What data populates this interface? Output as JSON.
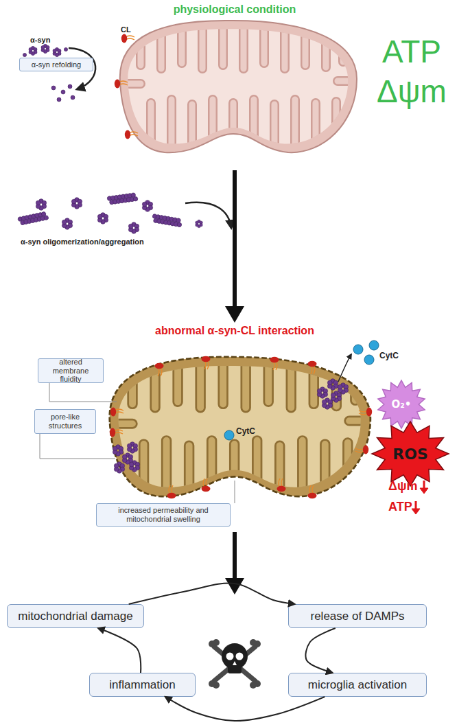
{
  "diagram": {
    "nodes": [
      {
        "text": [
          "α-syn refolding"
        ]
      },
      {
        "text": [
          "altered membrane fluidity"
        ]
      },
      {
        "text": [
          "O₂•"
        ]
      },
      {
        "text": [
          "pore-like structures"
        ]
      },
      {
        "text": [
          "ROS"
        ]
      },
      {
        "text": [
          "increased permeability and mitochondrial swelling"
        ]
      },
      {
        "text": [
          "mitochondrial damage"
        ]
      },
      {
        "text": [
          "release of DAMPs"
        ]
      },
      {
        "text": [
          "inflammation"
        ]
      },
      {
        "text": [
          "microglia activation"
        ]
      }
    ],
    "edges": [
      {
        "from": 6,
        "to": 7,
        "arrow": "to"
      },
      {
        "from": 7,
        "to": 9,
        "arrow": "to"
      },
      {
        "from": 9,
        "to": 8,
        "arrow": "to"
      },
      {
        "from": 8,
        "to": 6,
        "arrow": "to"
      }
    ],
    "labels": [
      "physiological condition",
      "α-syn",
      "CL",
      "ATP",
      "Δψm",
      "α-syn oligomerization/aggregation",
      "abnormal α-syn-CL interaction",
      "CytC",
      "CytC",
      "Δψm",
      "ATP"
    ]
  }
}
